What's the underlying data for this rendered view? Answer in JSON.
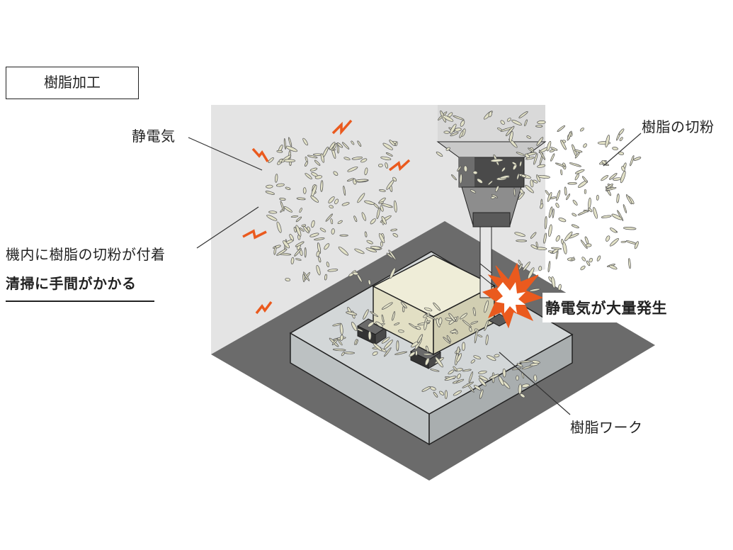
{
  "title": "樹脂加工",
  "labels": {
    "static_electricity": "静電気",
    "resin_chips": "樹脂の切粉",
    "chips_adhere": "機内に樹脂の切粉が付着",
    "cleaning_effort": "清掃に手間がかかる",
    "static_generated": "静電気が大量発生",
    "resin_work": "樹脂ワーク"
  },
  "colors": {
    "wall": "#e4e4e4",
    "floor": "#6b6b6b",
    "table_top": "#d3d7d8",
    "table_side": "#bcc1c2",
    "work_top": "#efedd8",
    "work_front": "#e2dfc4",
    "work_side": "#d1ceb2",
    "clamp": "#3d3d3d",
    "spindle": "#d9d9d9",
    "spindle_dark": "#4a4a4a",
    "chip": "#e3e2c8",
    "spark": "#ea5a1e"
  },
  "icons": [
    "static-spark-icon",
    "burst-icon"
  ]
}
